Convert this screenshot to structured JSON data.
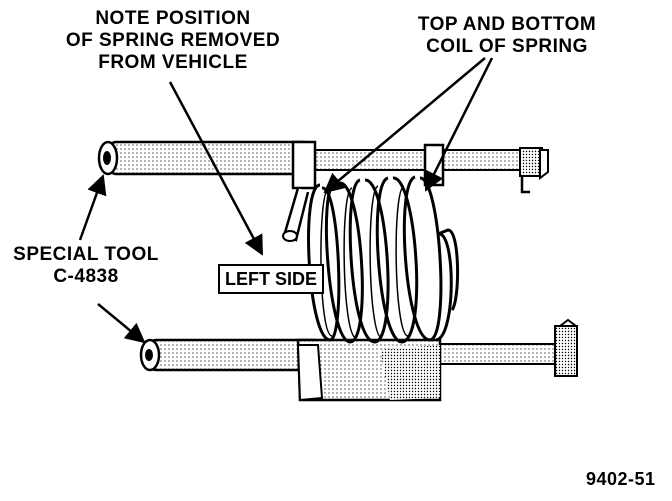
{
  "callouts": {
    "note_line1": "NOTE POSITION",
    "note_line2": "OF SPRING REMOVED",
    "note_line3": "FROM VEHICLE",
    "coil_line1": "TOP AND BOTTOM",
    "coil_line2": "COIL OF SPRING",
    "tool_line1": "SPECIAL TOOL",
    "tool_line2": "C-4838",
    "left_side": "LEFT SIDE"
  },
  "figure_number": "9402-51"
}
